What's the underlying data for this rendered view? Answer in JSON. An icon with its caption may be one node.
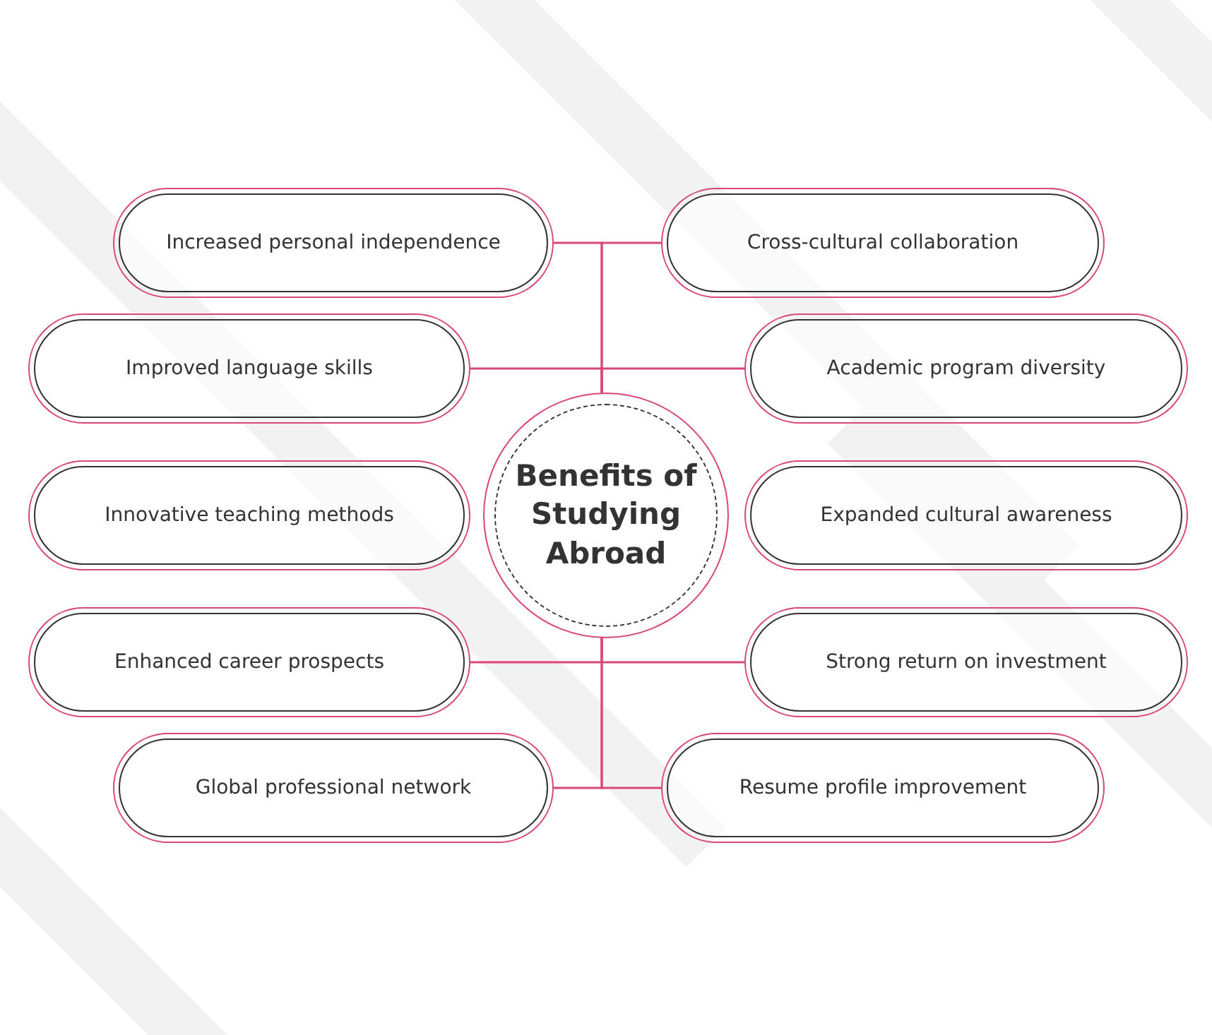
{
  "diagram": {
    "nodes": [
      {
        "text": [
          "Benefits of Studying Abroad"
        ]
      },
      {
        "text": [
          "Increased personal independence"
        ]
      },
      {
        "text": [
          "Cross-cultural collaboration"
        ]
      },
      {
        "text": [
          "Improved language skills"
        ]
      },
      {
        "text": [
          "Academic program diversity"
        ]
      },
      {
        "text": [
          "Innovative teaching methods"
        ]
      },
      {
        "text": [
          "Expanded cultural awareness"
        ]
      },
      {
        "text": [
          "Enhanced career prospects"
        ]
      },
      {
        "text": [
          "Strong return on investment"
        ]
      },
      {
        "text": [
          "Global professional network"
        ]
      },
      {
        "text": [
          "Resume profile improvement"
        ]
      }
    ],
    "edges": [
      {
        "from": 0,
        "to": 1,
        "arrow": "none"
      },
      {
        "from": 0,
        "to": 2,
        "arrow": "none"
      },
      {
        "from": 0,
        "to": 3,
        "arrow": "none"
      },
      {
        "from": 0,
        "to": 4,
        "arrow": "none"
      },
      {
        "from": 0,
        "to": 7,
        "arrow": "none"
      },
      {
        "from": 0,
        "to": 8,
        "arrow": "none"
      },
      {
        "from": 0,
        "to": 9,
        "arrow": "none"
      },
      {
        "from": 0,
        "to": 10,
        "arrow": "none"
      }
    ]
  }
}
